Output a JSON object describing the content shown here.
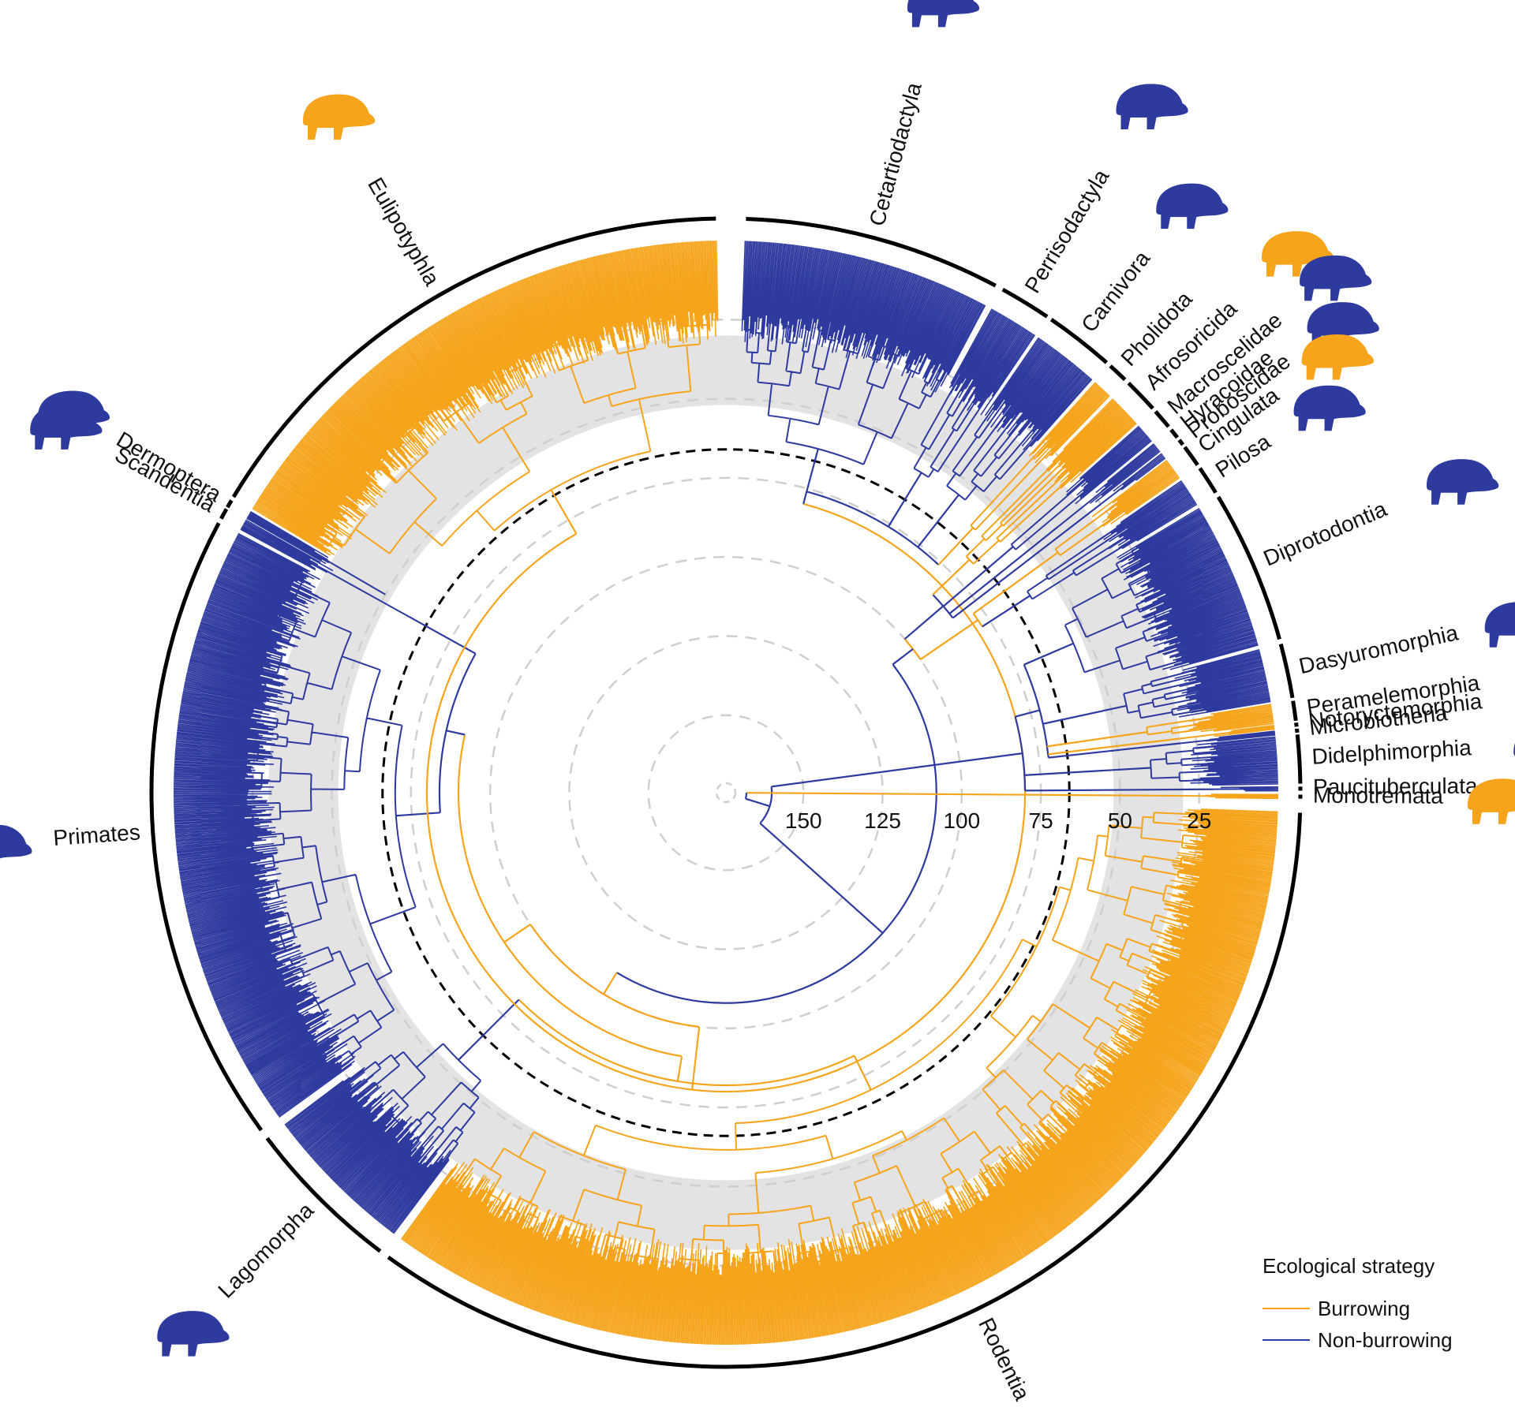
{
  "colors": {
    "burrowing": "#f5a41b",
    "non_burrowing": "#2e3a9e",
    "band": "#e3e3e3",
    "ring": "#cfcfcf",
    "text": "#111111"
  },
  "legend": {
    "title": "Ecological strategy",
    "items": [
      {
        "label": "Burrowing",
        "color": "#f5a41b"
      },
      {
        "label": "Non-burrowing",
        "color": "#2e3a9e"
      }
    ]
  },
  "time_axis": {
    "ticks": [
      {
        "label": "150",
        "value": 150
      },
      {
        "label": "125",
        "value": 125
      },
      {
        "label": "100",
        "value": 100
      },
      {
        "label": "75",
        "value": 75
      },
      {
        "label": "50",
        "value": 50
      },
      {
        "label": "25",
        "value": 25
      }
    ],
    "highlight_line": 66
  },
  "clades": [
    {
      "name": "Cetartiodactyla",
      "state": "non_burrowing",
      "icon": "deer-icon"
    },
    {
      "name": "Perrisodactyla",
      "state": "non_burrowing",
      "icon": "rhino-icon"
    },
    {
      "name": "Carnivora",
      "state": "non_burrowing",
      "icon": "meerkat-icon"
    },
    {
      "name": "Pholidota",
      "state": "burrowing",
      "icon": ""
    },
    {
      "name": "Afrosoricida",
      "state": "burrowing",
      "icon": "tenrec-icon"
    },
    {
      "name": "Macroscelidae",
      "state": "non_burrowing",
      "icon": "elephant-shrew-icon"
    },
    {
      "name": "Hyracoidae",
      "state": "non_burrowing",
      "icon": ""
    },
    {
      "name": "Proboscidae",
      "state": "non_burrowing",
      "icon": "elephant-icon"
    },
    {
      "name": "Cingulata",
      "state": "burrowing",
      "icon": "armadillo-icon"
    },
    {
      "name": "Pilosa",
      "state": "non_burrowing",
      "icon": "anteater-icon"
    },
    {
      "name": "Diprotodontia",
      "state": "non_burrowing",
      "icon": "koala-icon"
    },
    {
      "name": "Dasyuromorphia",
      "state": "non_burrowing",
      "icon": "tasmanian-devil-icon"
    },
    {
      "name": "Peramelemorphia",
      "state": "burrowing",
      "icon": ""
    },
    {
      "name": "Notoryctemorphia",
      "state": "burrowing",
      "icon": ""
    },
    {
      "name": "Microbiotheria",
      "state": "non_burrowing",
      "icon": ""
    },
    {
      "name": "Didelphimorphia",
      "state": "non_burrowing",
      "icon": "opossum-icon"
    },
    {
      "name": "Paucituberculata",
      "state": "non_burrowing",
      "icon": ""
    },
    {
      "name": "Monotremata",
      "state": "burrowing",
      "icon": "platypus-icon"
    },
    {
      "name": "Rodentia",
      "state": "burrowing",
      "icon": "chinchilla-icon"
    },
    {
      "name": "Lagomorpha",
      "state": "non_burrowing",
      "icon": "rabbit-icon"
    },
    {
      "name": "Primates",
      "state": "non_burrowing",
      "icon": "monkey-icon"
    },
    {
      "name": "Scandentia",
      "state": "non_burrowing",
      "icon": "treeshrew-icon"
    },
    {
      "name": "Dermoptera",
      "state": "non_burrowing",
      "icon": "colugo-icon"
    },
    {
      "name": "Eulipotyphla",
      "state": "burrowing",
      "icon": "mole-icon"
    }
  ]
}
